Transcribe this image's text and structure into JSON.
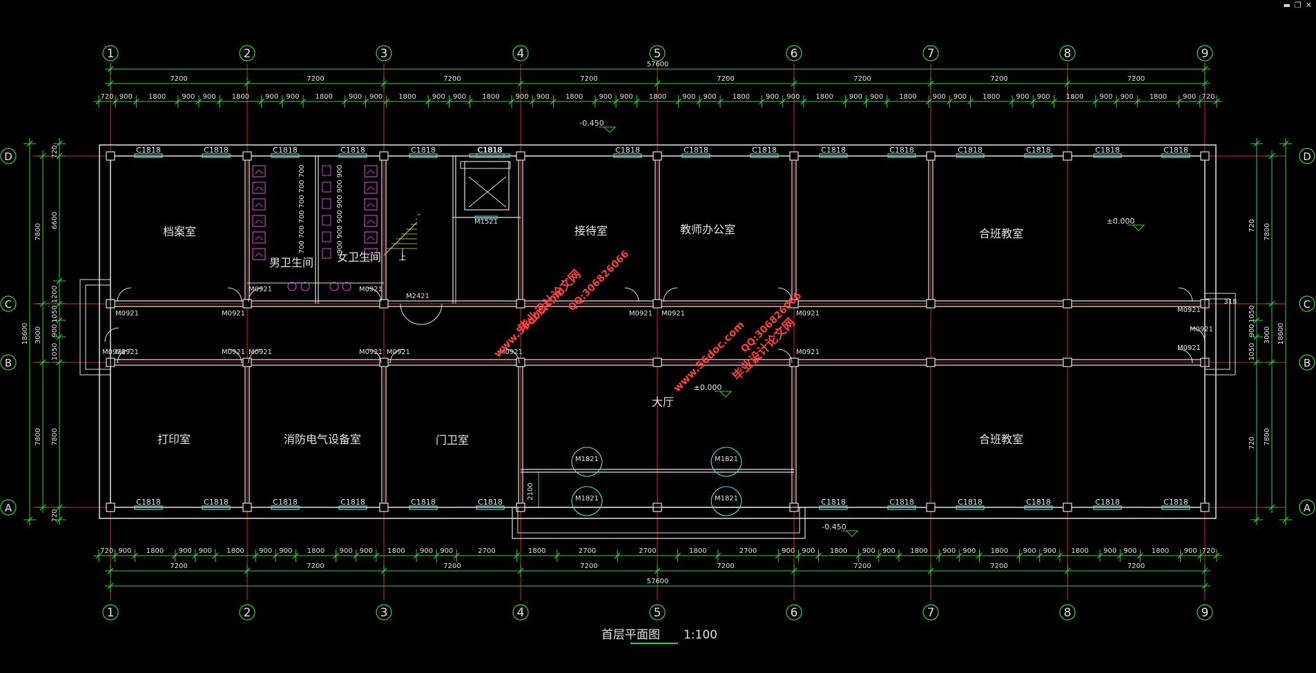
{
  "window_controls": {
    "minimize": "▬",
    "restore": "❐",
    "close": "✕"
  },
  "grid_columns": [
    "1",
    "2",
    "3",
    "4",
    "5",
    "6",
    "7",
    "8",
    "9"
  ],
  "grid_rows": [
    "D",
    "C",
    "B",
    "A"
  ],
  "dims": {
    "overall": "57600",
    "bays": [
      "7200",
      "7200",
      "7200",
      "7200",
      "7200",
      "7200",
      "7200",
      "7200"
    ],
    "top_sub": [
      "720",
      "900",
      "1800",
      "900",
      "900",
      "1800",
      "900",
      "900",
      "1800",
      "900",
      "900",
      "1800",
      "900",
      "900",
      "1800",
      "900",
      "900",
      "1800",
      "900",
      "900",
      "1800",
      "900",
      "900",
      "1800",
      "900",
      "900",
      "1800",
      "900",
      "900",
      "1800",
      "900",
      "900",
      "1800",
      "900",
      "900",
      "1800",
      "900",
      "900",
      "1800",
      "900",
      "720"
    ],
    "bottom_sub": [
      "720",
      "900",
      "1800",
      "900",
      "900",
      "1800",
      "900",
      "900",
      "1800",
      "900",
      "900",
      "1800",
      "900",
      "900",
      "2700",
      "1800",
      "2700",
      "2700",
      "1800",
      "2700",
      "900",
      "900",
      "1800",
      "900",
      "900",
      "1800",
      "900",
      "900",
      "1800",
      "900",
      "900",
      "1800",
      "900",
      "900",
      "1800",
      "900",
      "720"
    ],
    "left_outer": "18600",
    "left_parts": [
      "7800",
      "3000",
      "7800"
    ],
    "left_inner": [
      "720",
      "6600",
      "1200",
      "1050",
      "900",
      "1050",
      "7800",
      "720"
    ],
    "right_outer": "18600",
    "right_parts": [
      "7800",
      "3000",
      "7800"
    ],
    "right_inner": [
      "720",
      "1050",
      "900",
      "1050",
      "720"
    ],
    "porch": "2100",
    "side_318": "318"
  },
  "elevations": {
    "top": "-0.450",
    "floor": "±0.000",
    "hall": "±0.000",
    "bottom": "-0.450"
  },
  "rooms": {
    "archive": "档案室",
    "male_wc": "男卫生间",
    "female_wc": "女卫生间",
    "reception": "接待室",
    "teacher_office": "教师办公室",
    "classroom_top": "合班教室",
    "print_room": "打印室",
    "fire_room": "消防电气设备室",
    "guard": "门卫室",
    "hall": "大厅",
    "classroom_bottom": "合班教室"
  },
  "stair_label": "上",
  "partition_dims": [
    "700",
    "700",
    "700",
    "700",
    "700",
    "700"
  ],
  "partition_dims_f": [
    "900",
    "900",
    "900",
    "900",
    "900",
    "900"
  ],
  "window_tag": "C1818",
  "door_tags": {
    "m0921": "M0921",
    "m2421": "M2421",
    "m1521": "M1521",
    "m1821": "M1821"
  },
  "watermark": {
    "a": "毕业设计论文网",
    "b": "www.56doc.com",
    "c": "QQ:306826066"
  },
  "title": {
    "name": "首层平面图",
    "scale": "1:100"
  }
}
